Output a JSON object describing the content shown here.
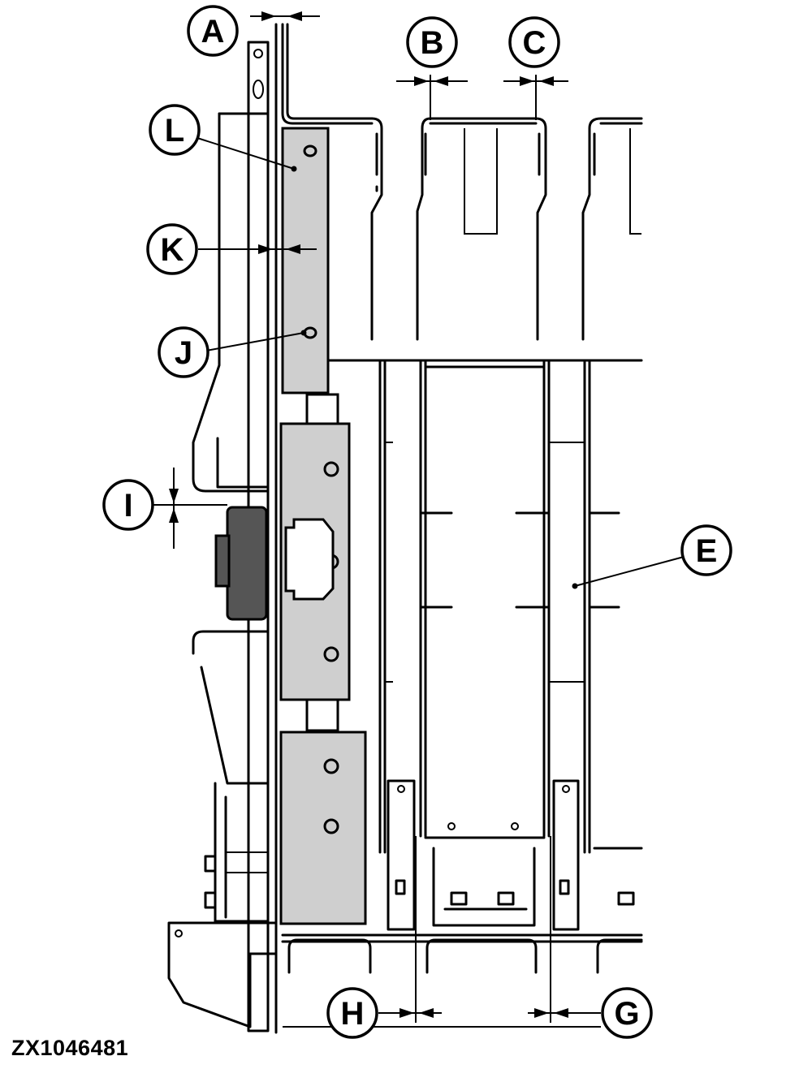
{
  "figure": {
    "code": "ZX1046481"
  },
  "callouts": {
    "A": "A",
    "B": "B",
    "C": "C",
    "E": "E",
    "G": "G",
    "H": "H",
    "I": "I",
    "J": "J",
    "K": "K",
    "L": "L"
  },
  "colors": {
    "line": "#000000",
    "shaded_part": "#cfcfcf",
    "dark_part": "#555555",
    "background": "#ffffff"
  }
}
